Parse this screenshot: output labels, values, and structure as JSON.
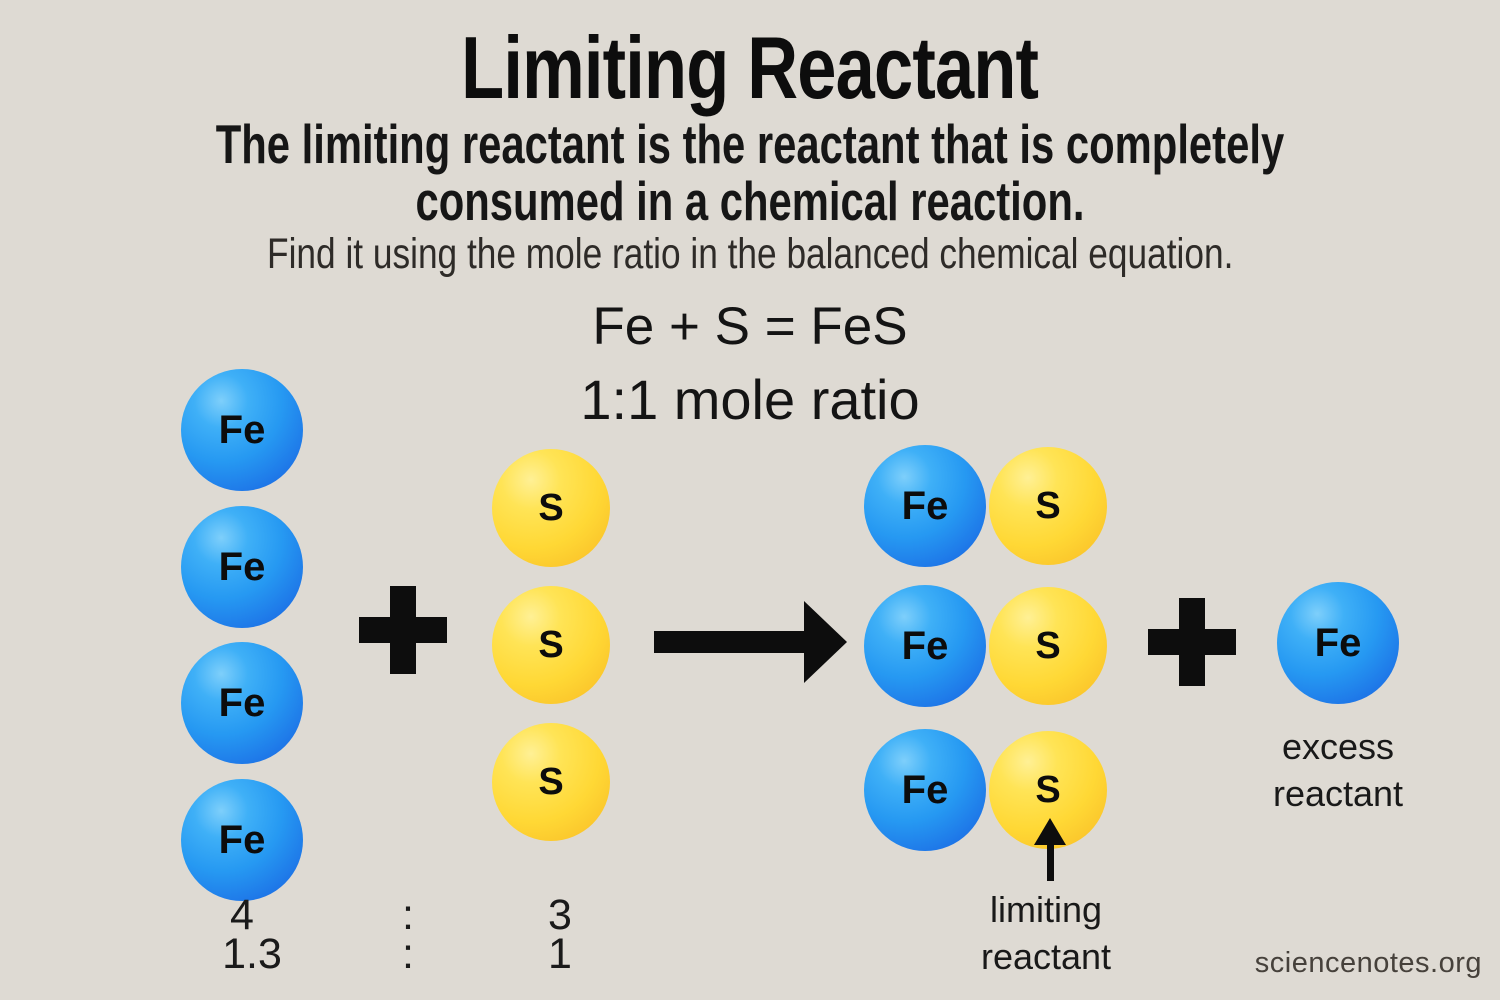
{
  "header": {
    "title": "Limiting Reactant",
    "subtitle_line1": "The limiting reactant is the reactant that is completely",
    "subtitle_line2": "consumed in a chemical reaction.",
    "hint": "Find it using the mole ratio in the balanced chemical equation."
  },
  "equation": {
    "formula": "Fe + S = FeS",
    "mole_ratio": "1:1 mole ratio"
  },
  "atoms": {
    "iron": "Fe",
    "sulfur": "S"
  },
  "diagram": {
    "reactant_fe_count": 4,
    "reactant_s_count": 3,
    "product_fes_pairs": 3,
    "excess_fe_count": 1
  },
  "ratio_table": {
    "rows": [
      {
        "left": "4",
        "sep": ":",
        "right": "3"
      },
      {
        "left": "1.3",
        "sep": ":",
        "right": "1"
      }
    ]
  },
  "captions": {
    "limiting_line1": "limiting",
    "limiting_line2": "reactant",
    "excess_line1": "excess",
    "excess_line2": "reactant"
  },
  "icons": {
    "plus": "+",
    "arrow_right": "→",
    "arrow_up": "↑"
  },
  "colors": {
    "background": "#dedad3",
    "iron_blue": "#2699f2",
    "sulfur_yellow": "#ffd835",
    "text": "#121212"
  },
  "credit": "sciencenotes.org"
}
